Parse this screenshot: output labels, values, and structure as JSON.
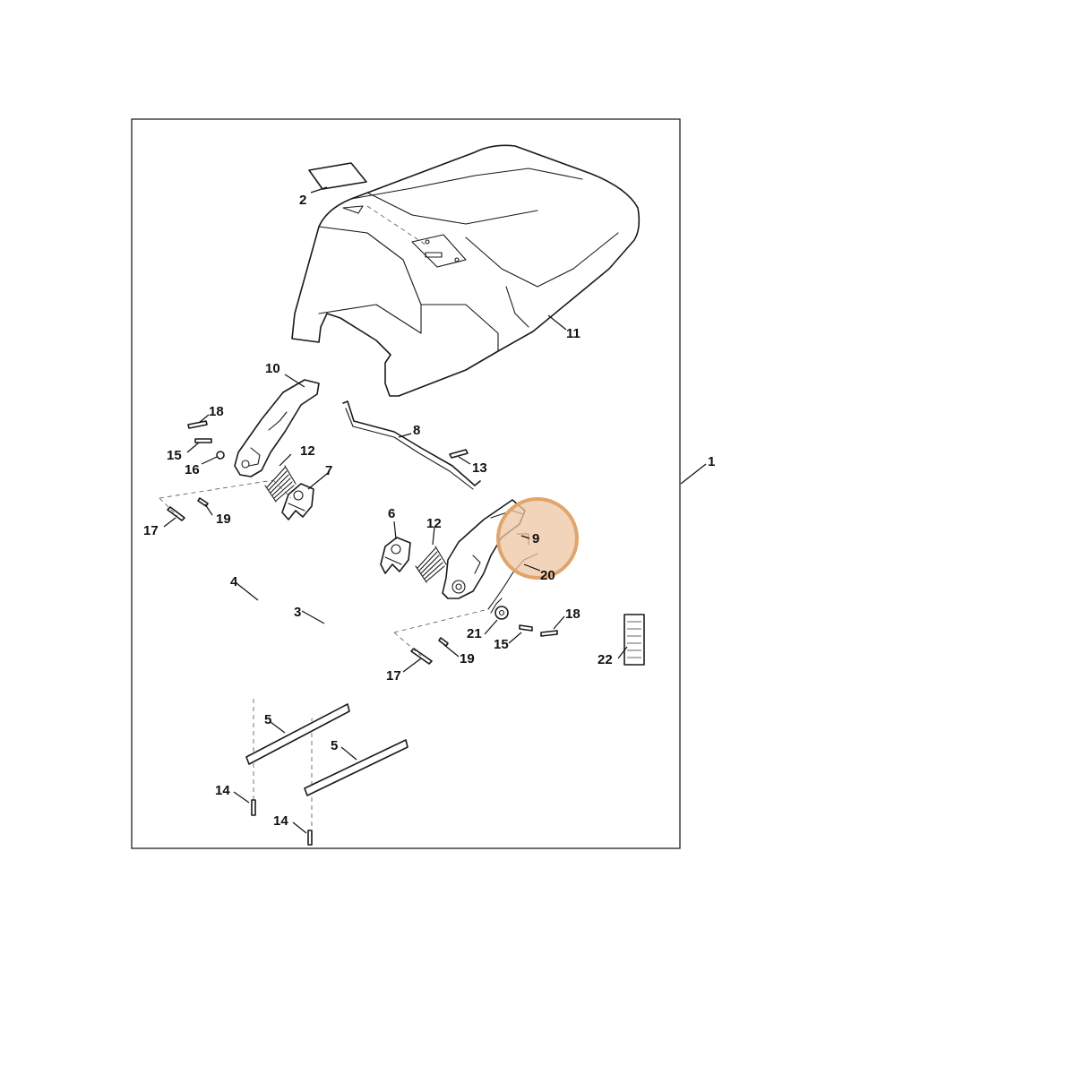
{
  "diagram": {
    "type": "exploded-parts-view",
    "highlight": {
      "part": "9",
      "color": "#e1a46c",
      "fill_color": "#eec5a4"
    },
    "callouts": [
      {
        "id": "c1",
        "label": "1"
      },
      {
        "id": "c2",
        "label": "2"
      },
      {
        "id": "c3",
        "label": "3"
      },
      {
        "id": "c4",
        "label": "4"
      },
      {
        "id": "c5a",
        "label": "5"
      },
      {
        "id": "c5b",
        "label": "5"
      },
      {
        "id": "c6",
        "label": "6"
      },
      {
        "id": "c7",
        "label": "7"
      },
      {
        "id": "c8",
        "label": "8"
      },
      {
        "id": "c9",
        "label": "9"
      },
      {
        "id": "c10",
        "label": "10"
      },
      {
        "id": "c11",
        "label": "11"
      },
      {
        "id": "c12a",
        "label": "12"
      },
      {
        "id": "c12b",
        "label": "12"
      },
      {
        "id": "c13",
        "label": "13"
      },
      {
        "id": "c14a",
        "label": "14"
      },
      {
        "id": "c14b",
        "label": "14"
      },
      {
        "id": "c15a",
        "label": "15"
      },
      {
        "id": "c15b",
        "label": "15"
      },
      {
        "id": "c16",
        "label": "16"
      },
      {
        "id": "c17a",
        "label": "17"
      },
      {
        "id": "c17b",
        "label": "17"
      },
      {
        "id": "c18a",
        "label": "18"
      },
      {
        "id": "c18b",
        "label": "18"
      },
      {
        "id": "c19a",
        "label": "19"
      },
      {
        "id": "c19b",
        "label": "19"
      },
      {
        "id": "c20",
        "label": "20"
      },
      {
        "id": "c21",
        "label": "21"
      },
      {
        "id": "c22",
        "label": "22"
      }
    ]
  }
}
